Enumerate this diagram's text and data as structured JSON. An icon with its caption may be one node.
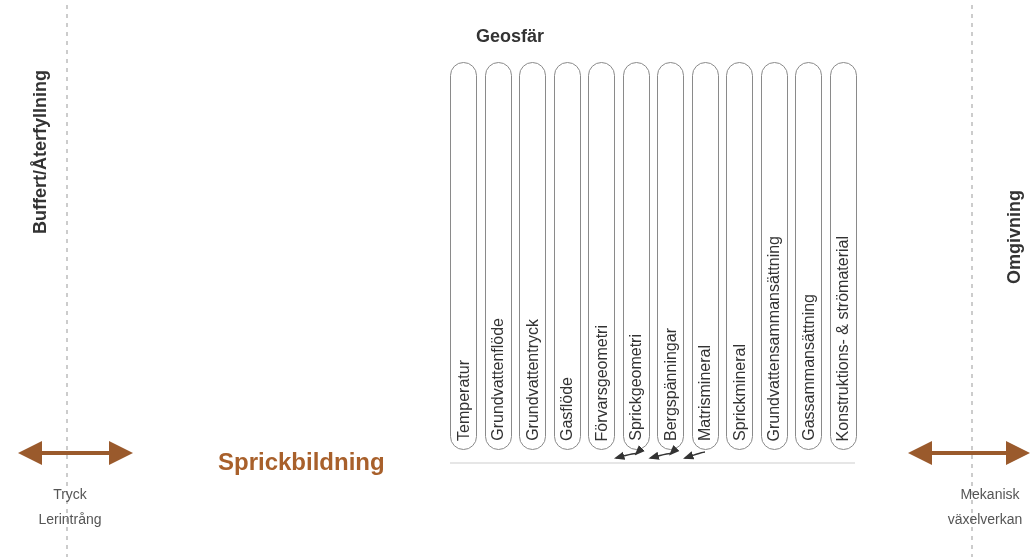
{
  "diagram": {
    "title": "Geosfär",
    "nodes": [
      {
        "text": [
          "Temperatur"
        ]
      },
      {
        "text": [
          "Grundvattenflöde"
        ]
      },
      {
        "text": [
          "Grundvattentryck"
        ]
      },
      {
        "text": [
          "Gasflöde"
        ]
      },
      {
        "text": [
          "Förvarsgeometri"
        ]
      },
      {
        "text": [
          "Sprickgeometri"
        ]
      },
      {
        "text": [
          "Bergspänningar"
        ]
      },
      {
        "text": [
          "Matrismineral"
        ]
      },
      {
        "text": [
          "Sprickmineral"
        ]
      },
      {
        "text": [
          "Grundvattensammansättning"
        ]
      },
      {
        "text": [
          "Gassammansättning"
        ]
      },
      {
        "text": [
          "Konstruktions- & strömaterial"
        ]
      },
      {
        "text": [
          "Sprickbildning"
        ]
      },
      {
        "text": [
          "Buffert/Återfyllning"
        ]
      },
      {
        "text": [
          "Omgivning"
        ]
      }
    ],
    "edges": [
      {
        "from": 12,
        "to": 5,
        "arrow": "both"
      },
      {
        "from": 12,
        "to": 6,
        "arrow": "both"
      },
      {
        "from": 7,
        "to": 12,
        "arrow": "to"
      }
    ],
    "labels": [
      "Tryck",
      "Lerintrång",
      "Mekanisk",
      "växelverkan"
    ]
  }
}
